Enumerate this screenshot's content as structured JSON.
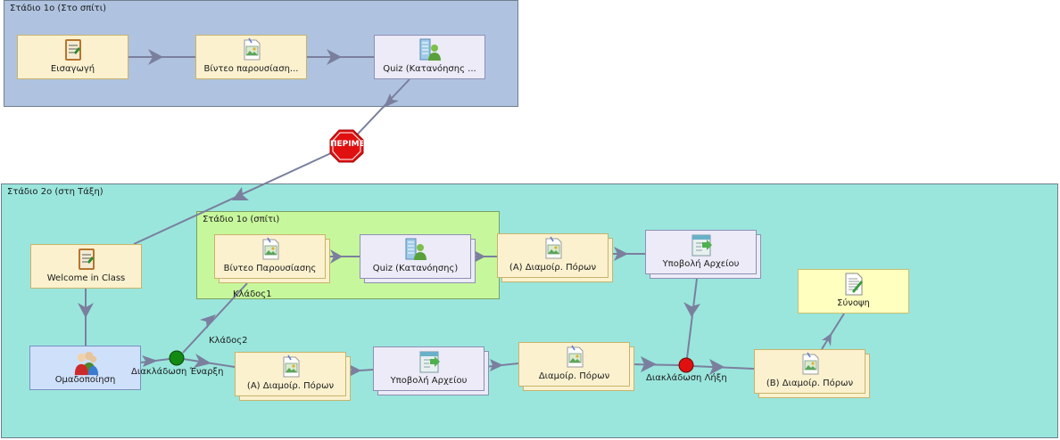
{
  "regions": {
    "stage1": "Στάδιο 1ο (Στο σπίτι)",
    "stage2": "Στάδιο 2ο (στη Τάξη)",
    "substage": "Στάδιο 1ο (σπίτι)"
  },
  "nodes": {
    "intro": "Εισαγωγή",
    "video_short": "Βίντεο παρουσίαση...",
    "quiz_short": "Quiz (Κατανόησης ...",
    "stop": "ΠΕΡΙΜΕΝΕ",
    "welcome": "Welcome in Class",
    "grouping": "Ομαδοποίηση",
    "video_full": "Βίντεο Παρουσίασης",
    "quiz_full": "Quiz (Κατανόησης)",
    "a_resources_top": "(Α) Διαμοίρ. Πόρων",
    "submit_top": "Υποβολή Αρχείου",
    "summary": "Σύνοψη",
    "a_resources_bottom": "(Α) Διαμοίρ. Πόρων",
    "submit_bottom": "Υποβολή Αρχείου",
    "resources_mid": "Διαμοίρ. Πόρων",
    "b_resources": "(Β) Διαμοίρ. Πόρων"
  },
  "labels": {
    "branch_start": "Διακλάδωση Έναρξη",
    "branch_end": "Διακλάδωση Λήξη",
    "branch1": "Κλάδος1",
    "branch2": "Κλάδος2"
  },
  "colors": {
    "stage1_bg": "#afc3e0",
    "stage2_bg": "#9ae6dd",
    "substage_bg": "#c7f79c",
    "edge": "#7b7f9e",
    "start_gate": "#138a13",
    "end_gate": "#e01010",
    "stop_sign": "#e01010"
  },
  "icons": {
    "notebook": "notebook-icon",
    "image": "image-icon",
    "quiz": "quiz-icon",
    "upload": "upload-icon",
    "group": "group-icon",
    "document": "document-icon",
    "stop": "stop-sign-icon"
  }
}
